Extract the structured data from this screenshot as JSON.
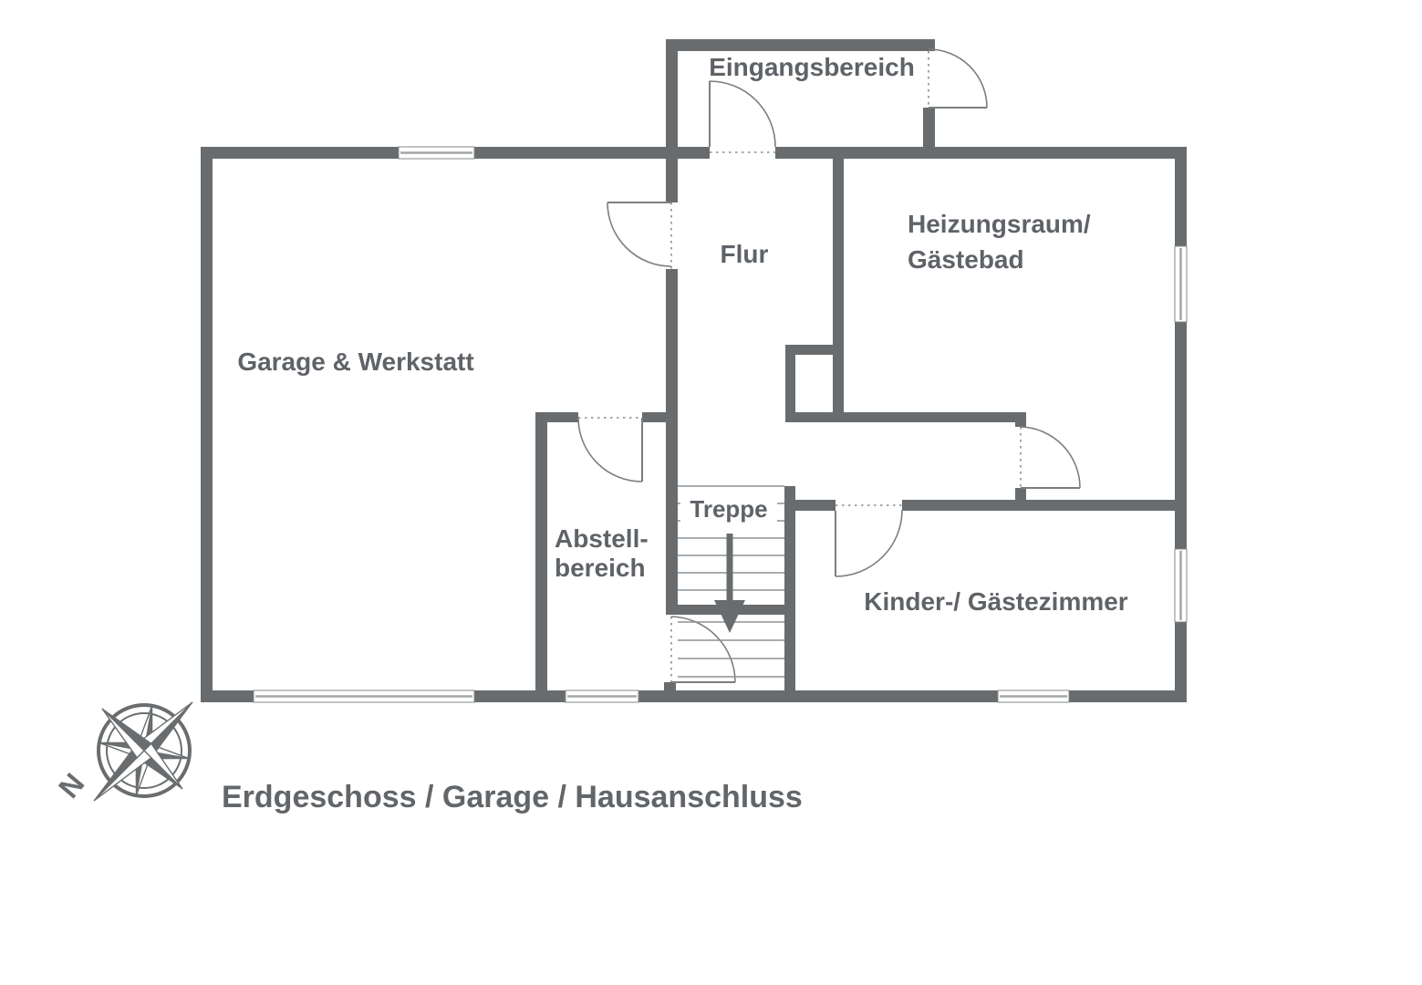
{
  "plan": {
    "rooms": [
      {
        "id": "eingangsbereich",
        "label": "Eingangsbereich"
      },
      {
        "id": "garage-werkstatt",
        "label": "Garage & Werkstatt"
      },
      {
        "id": "flur",
        "label": "Flur"
      },
      {
        "id": "heizungsraum-gaestebad",
        "lines": [
          "Heizungsraum/",
          "Gästebad"
        ]
      },
      {
        "id": "abstellbereich",
        "lines": [
          "Abstell-",
          "bereich"
        ]
      },
      {
        "id": "treppe",
        "label": "Treppe"
      },
      {
        "id": "kinder-gaestezimmer",
        "label": "Kinder-/ Gästezimmer"
      }
    ],
    "caption": "Erdgeschoss / Garage / Hausanschluss",
    "compass": {
      "north_label": "N"
    },
    "counts": {
      "doors": 7,
      "windows": 6
    },
    "colors": {
      "wall": "#696c6e",
      "label_text": "#5f6367",
      "caption_text": "#636669",
      "thin_line": "#7b7e80",
      "background": "#ffffff"
    }
  }
}
